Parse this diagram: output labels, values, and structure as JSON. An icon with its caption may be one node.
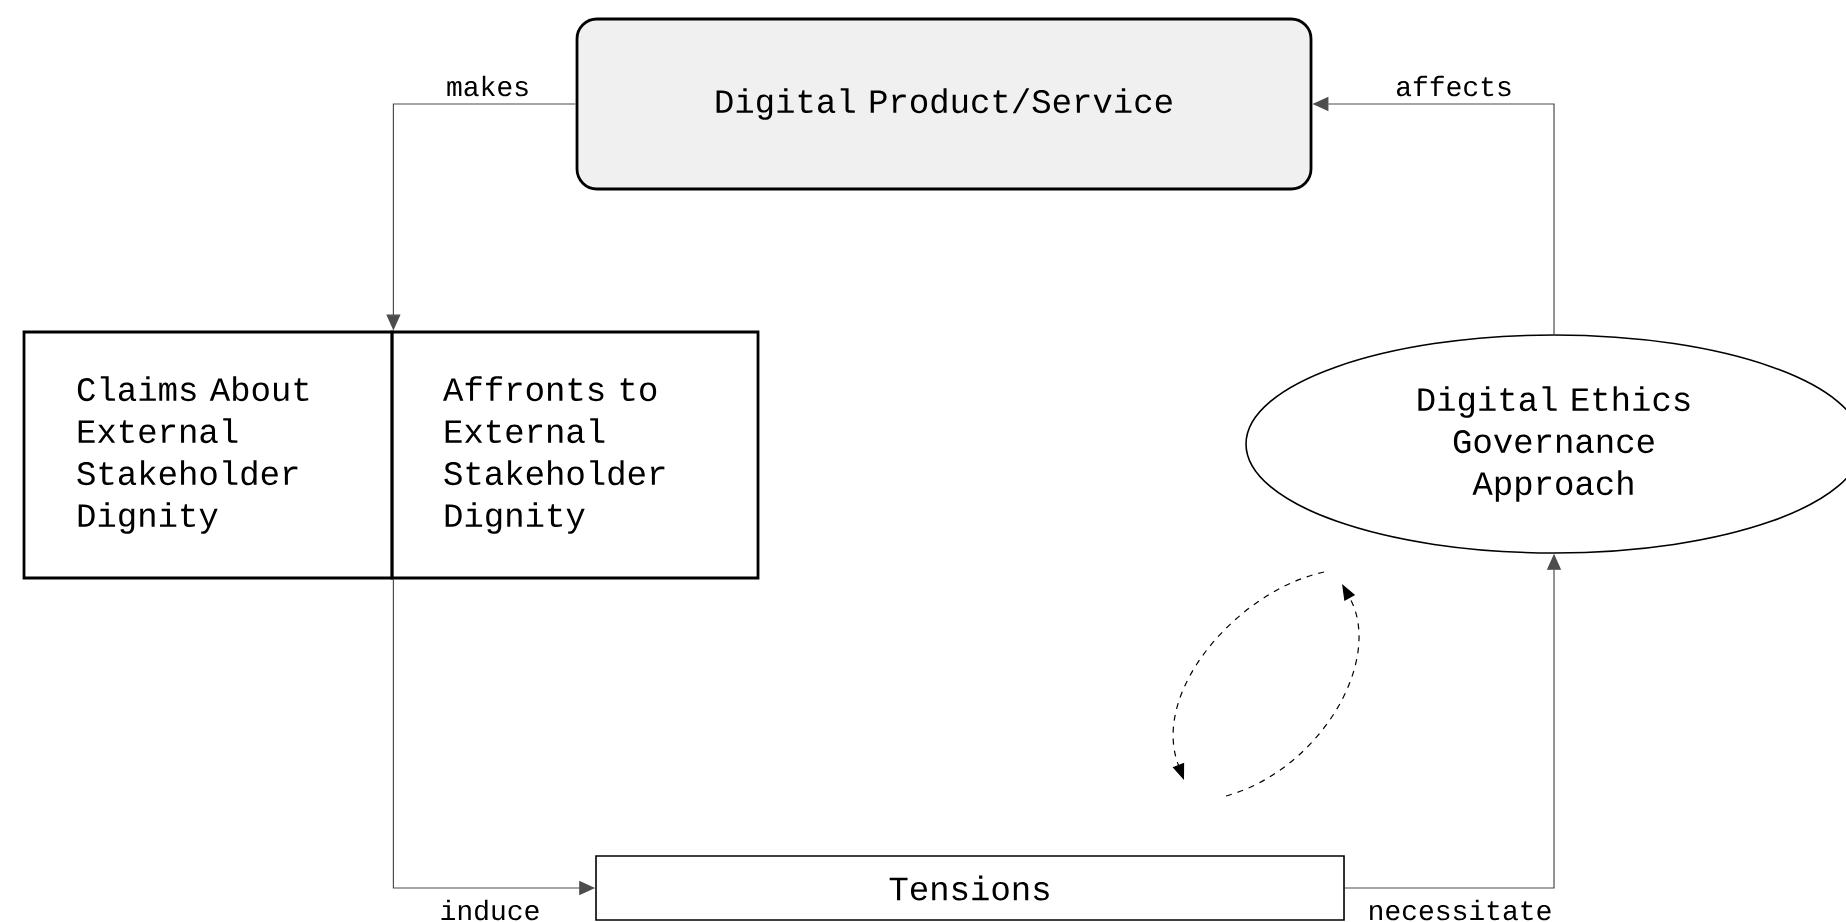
{
  "diagram": {
    "nodes": [
      {
        "text": [
          "Digital Product/Service"
        ]
      },
      {
        "text": [
          "Claims About External Stakeholder Dignity"
        ]
      },
      {
        "text": [
          "Affronts to External Stakeholder Dignity"
        ]
      },
      {
        "text": [
          "Digital Ethics Governance Approach"
        ]
      },
      {
        "text": [
          "Tensions"
        ]
      }
    ],
    "edges": [
      {
        "from": 0,
        "to": 1,
        "arrow": "to",
        "label": "makes"
      },
      {
        "from": 3,
        "to": 0,
        "arrow": "to",
        "label": "affects"
      },
      {
        "from": 1,
        "to": 4,
        "arrow": "to",
        "label": "induce"
      },
      {
        "from": 4,
        "to": 3,
        "arrow": "to",
        "label": "necessitate"
      }
    ]
  }
}
